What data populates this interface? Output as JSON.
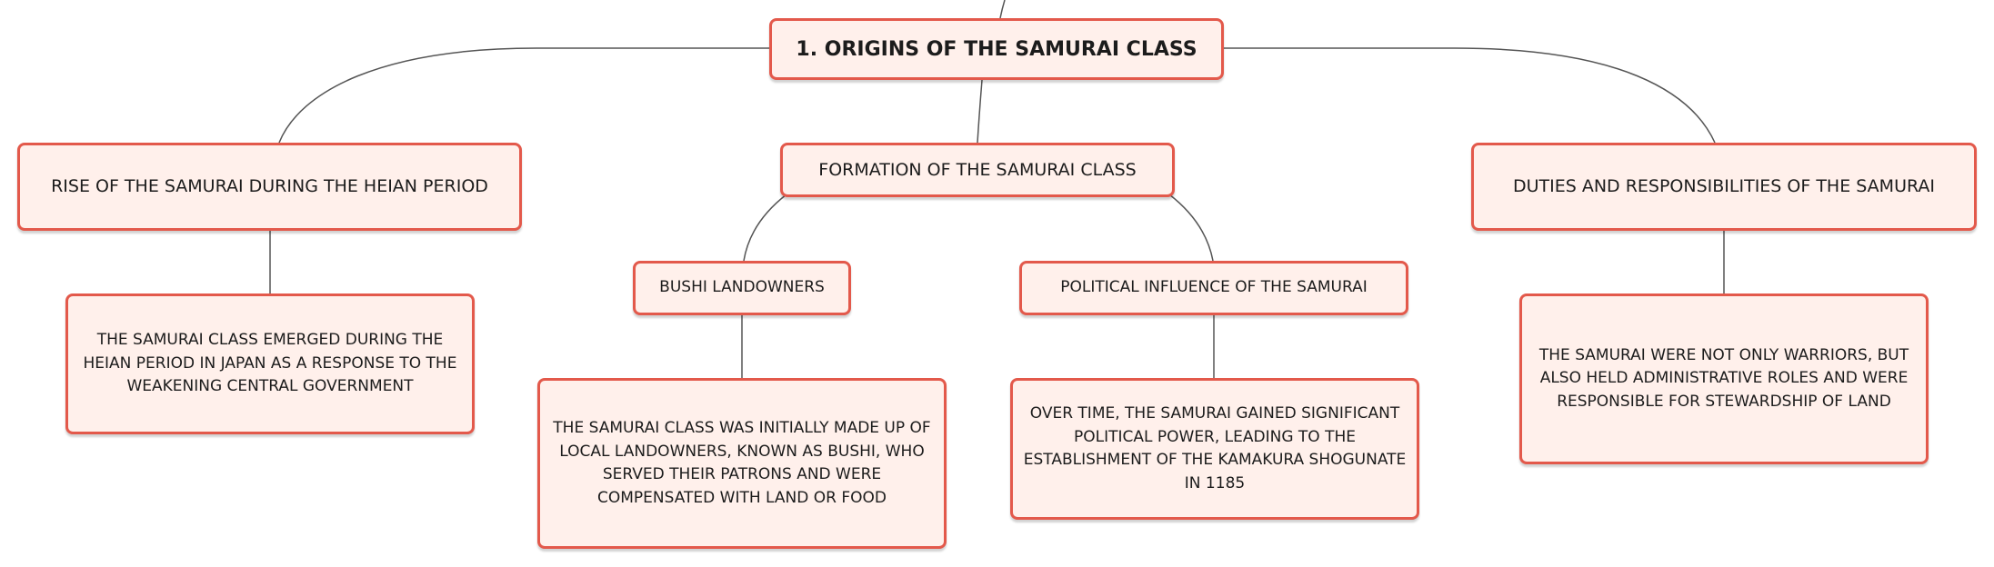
{
  "root": {
    "title": "1. ORIGINS OF THE SAMURAI CLASS"
  },
  "branches": {
    "heian": {
      "title": "RISE OF THE SAMURAI DURING THE HEIAN PERIOD",
      "detail": "THE SAMURAI CLASS EMERGED DURING THE HEIAN PERIOD IN JAPAN AS A RESPONSE TO THE WEAKENING CENTRAL GOVERNMENT"
    },
    "formation": {
      "title": "FORMATION OF THE SAMURAI CLASS",
      "bushi": {
        "title": "BUSHI LANDOWNERS",
        "detail": "THE SAMURAI CLASS WAS INITIALLY MADE UP OF LOCAL LANDOWNERS, KNOWN AS BUSHI, WHO SERVED THEIR PATRONS AND WERE COMPENSATED WITH LAND OR FOOD"
      },
      "political": {
        "title": "POLITICAL INFLUENCE OF THE SAMURAI",
        "detail": "OVER TIME, THE SAMURAI GAINED SIGNIFICANT POLITICAL POWER, LEADING TO THE ESTABLISHMENT OF THE KAMAKURA SHOGUNATE IN 1185"
      }
    },
    "duties": {
      "title": "DUTIES AND RESPONSIBILITIES OF THE SAMURAI",
      "detail": "THE SAMURAI WERE NOT ONLY WARRIORS, BUT ALSO HELD ADMINISTRATIVE ROLES AND WERE RESPONSIBLE FOR STEWARDSHIP OF LAND"
    }
  },
  "colors": {
    "border": "#e3594b",
    "fill": "#fff0eb",
    "connector": "#555555"
  }
}
